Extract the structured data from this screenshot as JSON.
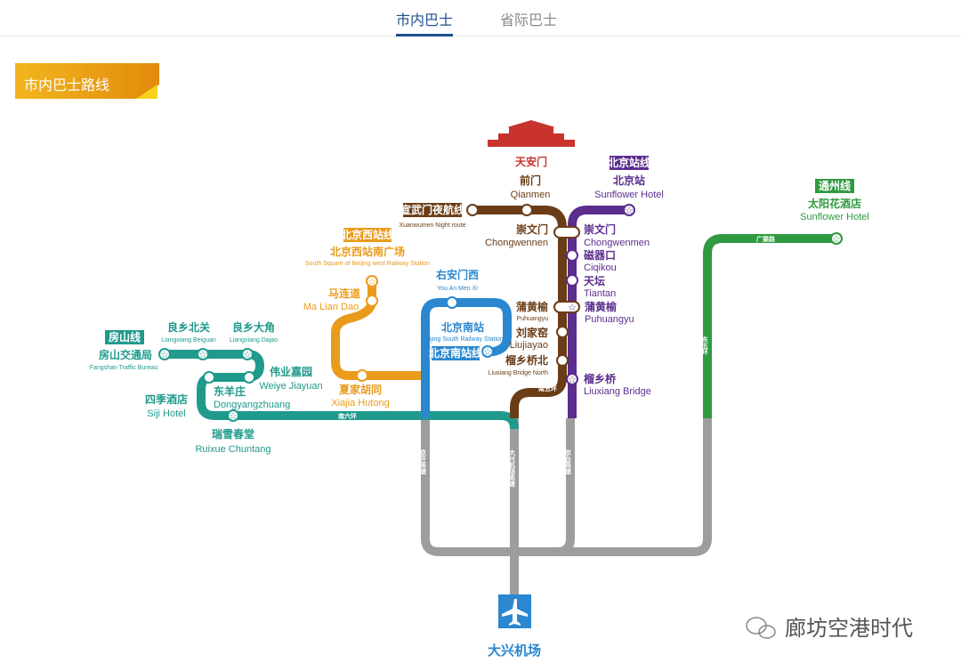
{
  "tabs": [
    {
      "label": "市内巴士",
      "active": true
    },
    {
      "label": "省际巴士",
      "active": false
    }
  ],
  "section_title": "市内巴士路线",
  "colors": {
    "brown": "#6b3d17",
    "purple": "#5b2d8e",
    "blue": "#2a87d0",
    "orange": "#ea9b1c",
    "teal": "#1f9a8c",
    "green": "#2f9a40",
    "gray": "#9d9d9d",
    "red": "#c8332d"
  },
  "landmark": "天安门",
  "lines": {
    "xuanwumen": {
      "badge": "宣武门夜航线",
      "en": "Xuanwumen Night route"
    },
    "beijingzhan": {
      "badge": "北京站线"
    },
    "beijingxi": {
      "badge": "北京西站线"
    },
    "beijingnan": {
      "badge": "北京南站线"
    },
    "fangshan": {
      "badge": "房山线"
    },
    "tongzhou": {
      "badge": "通州线"
    }
  },
  "stations": {
    "qianmen": {
      "cn": "前门",
      "en": "Qianmen"
    },
    "bjz": {
      "cn": "北京站",
      "en": "Sunflower Hotel"
    },
    "cwm_brown": {
      "cn": "崇文门",
      "en": "Chongwennen"
    },
    "cwm_purple": {
      "cn": "崇文门",
      "en": "Chongwenmen"
    },
    "ciqikou": {
      "cn": "磁器口",
      "en": "Ciqikou"
    },
    "tiantan": {
      "cn": "天坛",
      "en": "Tiantan"
    },
    "phy_brown": {
      "cn": "蒲黄榆",
      "en": "Puhuangyu"
    },
    "phy_purple": {
      "cn": "蒲黄榆",
      "en": "Puhuangyu"
    },
    "liujiayao": {
      "cn": "刘家窑",
      "en": "Liujiayao"
    },
    "lxqb": {
      "cn": "榴乡桥北",
      "en": "Liuxiang Bridge North"
    },
    "lxq": {
      "cn": "榴乡桥",
      "en": "Liuxiang Bridge"
    },
    "bjxz": {
      "cn": "北京西站南广场",
      "en": "South Square of Beijing west Railway Station"
    },
    "mld": {
      "cn": "马连道",
      "en": "Ma Lian Dao"
    },
    "xjht": {
      "cn": "夏家胡同",
      "en": "Xiajia Hutong"
    },
    "yamx": {
      "cn": "右安门西",
      "en": "You An Men Xi"
    },
    "bjnz": {
      "cn": "北京南站",
      "en": "Beijing South Railway Station"
    },
    "fsjtj": {
      "cn": "房山交通局",
      "en": "Fangshan Traffic Bureau"
    },
    "lxbg": {
      "cn": "良乡北关",
      "en": "Liangxiang Beiguan"
    },
    "lxdj": {
      "cn": "良乡大角",
      "en": "Liangxiang Dajao"
    },
    "wyjy": {
      "cn": "伟业嘉园",
      "en": "Weiye Jiayuan"
    },
    "dyz": {
      "cn": "东羊庄",
      "en": "Dongyangzhuang"
    },
    "sjjd": {
      "cn": "四季酒店",
      "en": "Siji Hotel"
    },
    "rxct": {
      "cn": "瑞雪春堂",
      "en": "Ruixue Chuntang"
    },
    "tyhjd": {
      "cn": "太阳花酒店",
      "en": "Sunflower Hotel"
    }
  },
  "roads": {
    "nanwuhuan": "南五环",
    "nanliuhuan": "南六环",
    "dongwuhuan": "东五环",
    "guangqulu": "广渠路",
    "jingkai": "京开高速",
    "daxing": "大兴机场高速",
    "jingtai": "京台高速"
  },
  "airport": "大兴机场",
  "watermark": "廊坊空港时代"
}
